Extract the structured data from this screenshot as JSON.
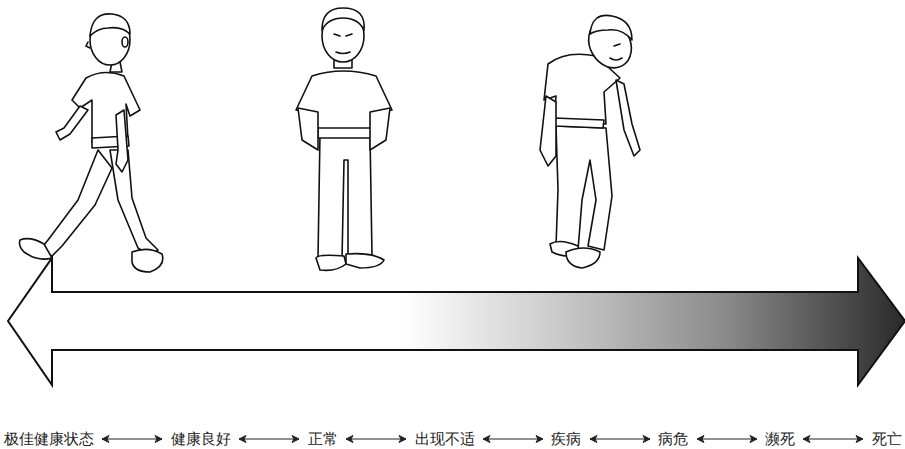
{
  "diagram": {
    "labels": [
      "极佳健康状态",
      "健康良好",
      "正常",
      "出现不适",
      "疾病",
      "病危",
      "濒死",
      "死亡"
    ]
  }
}
